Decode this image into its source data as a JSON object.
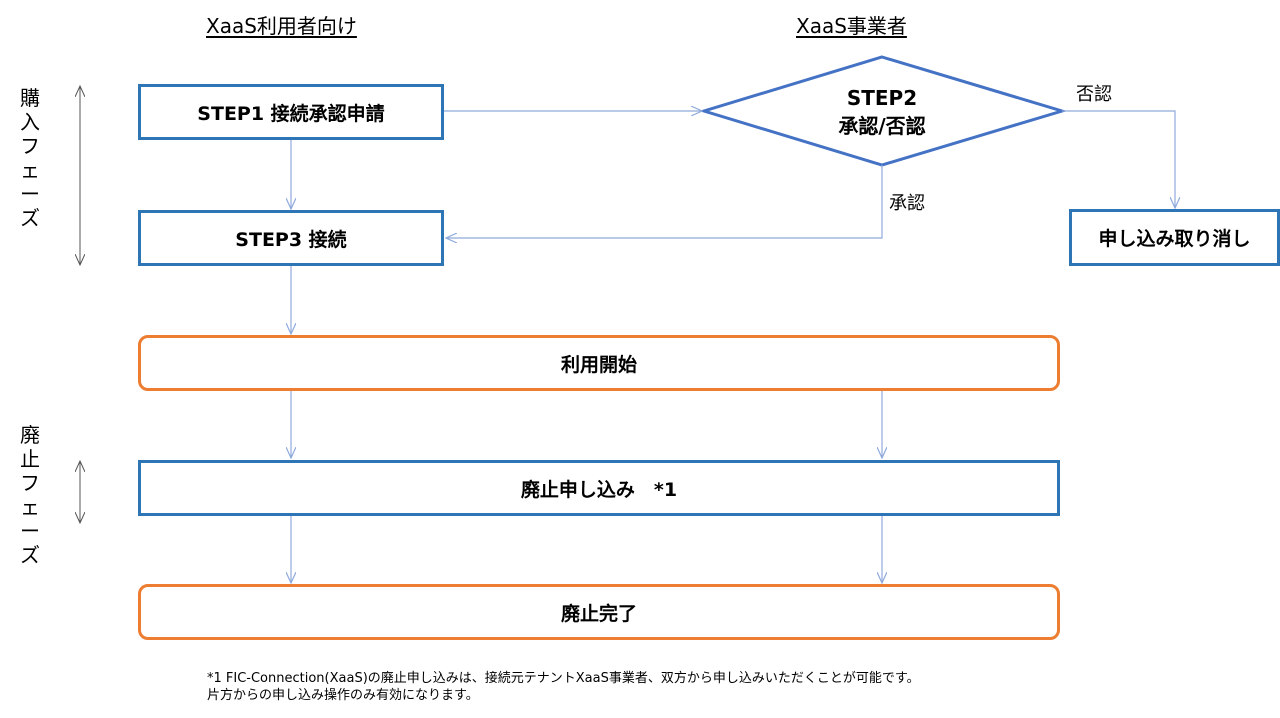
{
  "headers": {
    "user": "XaaS利用者向け",
    "provider": "XaaS事業者"
  },
  "phases": {
    "purchase": "購入フェーズ",
    "termination": "廃止フェーズ"
  },
  "steps": {
    "step1": "STEP1 接続承認申請",
    "step2_line1": "STEP2",
    "step2_line2": "承認/否認",
    "step3": "STEP3 接続",
    "cancel": "申し込み取り消し",
    "start": "利用開始",
    "terminate_request": "廃止申し込み　*1",
    "terminate_complete": "廃止完了"
  },
  "edge_labels": {
    "reject": "否認",
    "approve": "承認"
  },
  "footnote": {
    "line1": "*1  FIC-Connection(XaaS)の廃止申し込みは、接続元テナントXaaS事業者、双方から申し込みいただくことが可能です。",
    "line2": "片方からの申し込み操作のみ有効になります。"
  },
  "colors": {
    "blue_border": "#2E75B6",
    "diamond_border": "#4472C4",
    "orange_border": "#ED7D31",
    "connector": "#8FAADC"
  }
}
